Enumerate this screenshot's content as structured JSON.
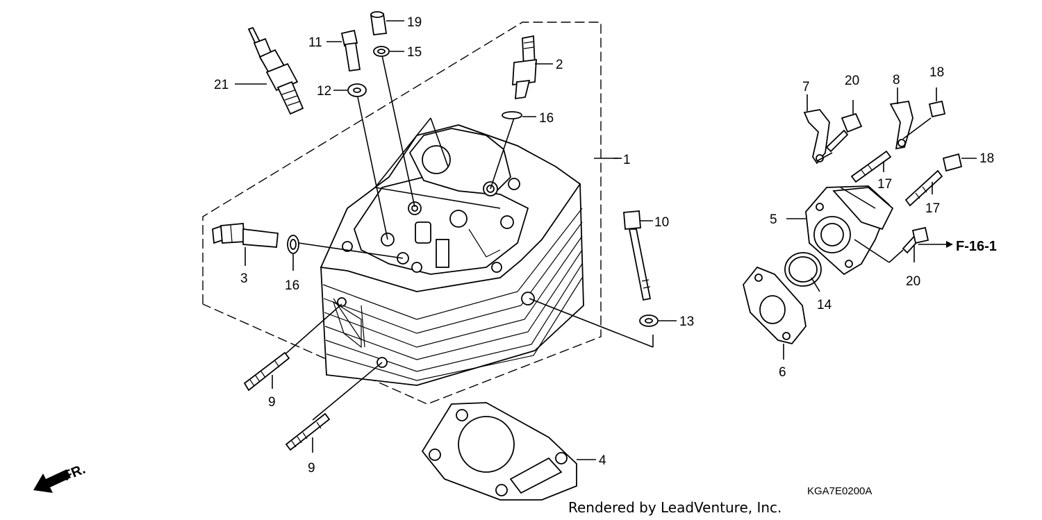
{
  "diagram": {
    "callouts": [
      {
        "id": "1",
        "text": "1"
      },
      {
        "id": "2",
        "text": "2"
      },
      {
        "id": "3",
        "text": "3"
      },
      {
        "id": "4",
        "text": "4"
      },
      {
        "id": "5",
        "text": "5"
      },
      {
        "id": "6",
        "text": "6"
      },
      {
        "id": "7",
        "text": "7"
      },
      {
        "id": "8",
        "text": "8"
      },
      {
        "id": "9a",
        "text": "9"
      },
      {
        "id": "9b",
        "text": "9"
      },
      {
        "id": "10",
        "text": "10"
      },
      {
        "id": "11",
        "text": "11"
      },
      {
        "id": "12",
        "text": "12"
      },
      {
        "id": "13",
        "text": "13"
      },
      {
        "id": "14",
        "text": "14"
      },
      {
        "id": "15",
        "text": "15"
      },
      {
        "id": "16a",
        "text": "16"
      },
      {
        "id": "16b",
        "text": "16"
      },
      {
        "id": "17a",
        "text": "17"
      },
      {
        "id": "17b",
        "text": "17"
      },
      {
        "id": "18a",
        "text": "18"
      },
      {
        "id": "18b",
        "text": "18"
      },
      {
        "id": "19",
        "text": "19"
      },
      {
        "id": "20a",
        "text": "20"
      },
      {
        "id": "20b",
        "text": "20"
      },
      {
        "id": "21",
        "text": "21"
      }
    ],
    "reference": "F-16-1",
    "front_label": "FR.",
    "diagram_code": "KGA7E0200A",
    "credit": "Rendered by LeadVenture, Inc."
  }
}
